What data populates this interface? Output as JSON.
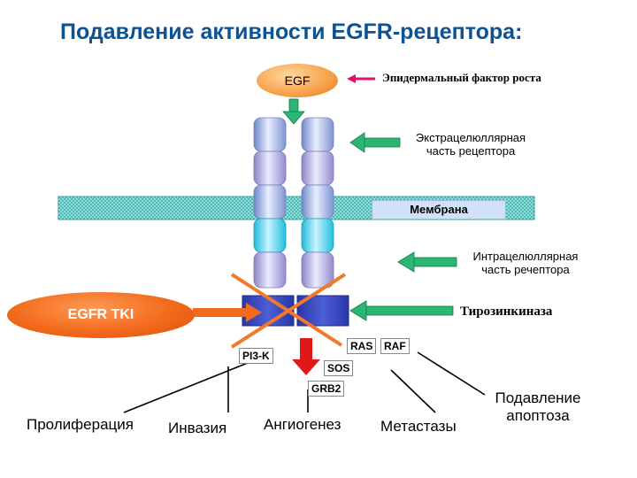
{
  "title": "Подавление активности EGFR-рецептора:",
  "egf": {
    "label": "EGF",
    "description": "Эпидермальный фактор роста"
  },
  "extracellular": {
    "line1": "Экстрацелюллярная",
    "line2": "часть рецептора"
  },
  "membrane": {
    "label": "Мембрана"
  },
  "intracellular": {
    "line1": "Интрацелюллярная",
    "line2": "часть речептора"
  },
  "tki": {
    "label": "EGFR TKI"
  },
  "kinase": {
    "label": "Тирозинкиназа"
  },
  "signaling": {
    "pi3k": "PI3-K",
    "ras": "RAS",
    "raf": "RAF",
    "sos": "SOS",
    "grb2": "GRB2"
  },
  "outcomes": {
    "proliferation": "Пролиферация",
    "invasion": "Инвазия",
    "angiogenesis": "Ангиогенез",
    "metastasis": "Метастазы",
    "apoptosis_line1": "Подавление",
    "apoptosis_line2": "апоптоза"
  },
  "colors": {
    "title": "#0b5394",
    "membrane": "#6fd3cf",
    "arrow_green": "#2bb673",
    "egf": "#f7a04a",
    "tki": "#f26a1b",
    "kinase": "#3b4cc0",
    "cross": "#f07a2a",
    "red_arrow": "#e01818",
    "pink_arrow": "#e0106a"
  }
}
